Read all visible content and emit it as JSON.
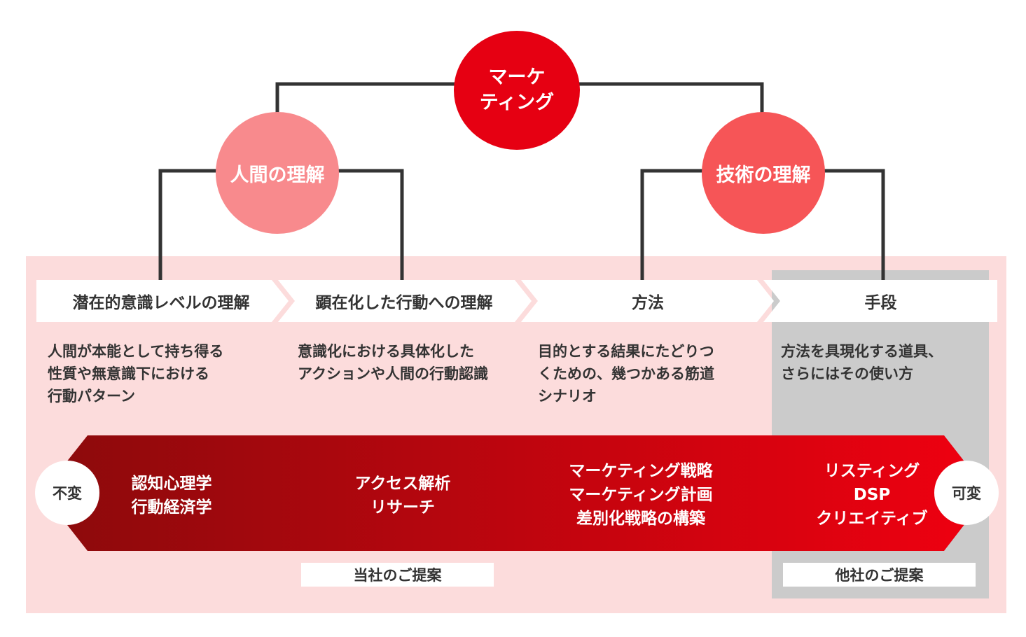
{
  "colors": {
    "root": "#e60012",
    "human": "#f88a8d",
    "tech": "#f65557",
    "panel_bg": "#fcdcdc",
    "gray_bg": "#cbcbcb",
    "band_start": "#8b0a0c",
    "band_end": "#e60012",
    "line": "#333333"
  },
  "tree": {
    "root": "マーケ\nティング",
    "left": "人間の理解",
    "right": "技術の理解"
  },
  "steps": [
    {
      "label": "潜在的意識レベルの理解",
      "desc": "人間が本能として持ち得る\n性質や無意識下における\n行動パターン"
    },
    {
      "label": "顕在化した行動への理解",
      "desc": "意識化における具体化した\nアクションや人間の行動認識"
    },
    {
      "label": "方法",
      "desc": "目的とする結果にたどりつ\nくための、幾つかある筋道\nシナリオ"
    },
    {
      "label": "手段",
      "desc": "方法を具現化する道具、\nさらにはその使い方"
    }
  ],
  "band": {
    "start_label": "不変",
    "end_label": "可変",
    "items": [
      "認知心理学\n行動経済学",
      "アクセス解析\nリサーチ",
      "マーケティング戦略\nマーケティング計画\n差別化戦略の構築",
      "リスティング\nDSP\nクリエイティブ"
    ]
  },
  "proposals": {
    "ours": "当社のご提案",
    "others": "他社のご提案"
  }
}
